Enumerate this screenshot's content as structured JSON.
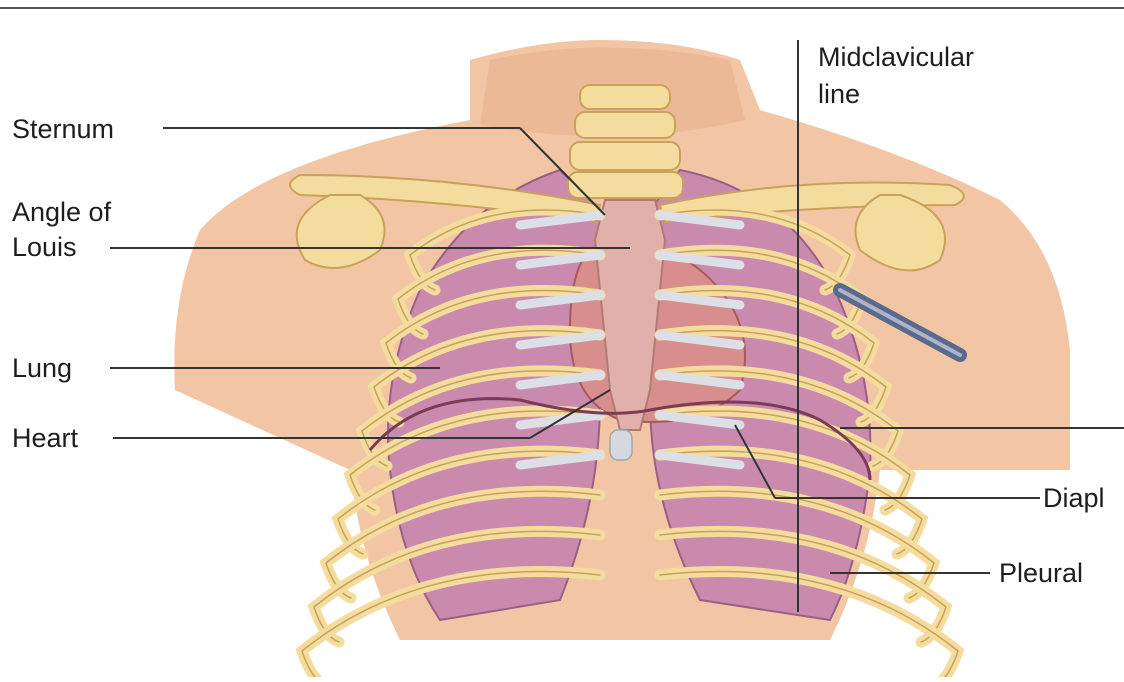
{
  "labels": {
    "sternum": "Sternum",
    "angle_line1": "Angle of",
    "angle_line2": "Louis",
    "lung": "Lung",
    "heart": "Heart",
    "midclavicular_line1": "Midclavicular",
    "midclavicular_line2": "line",
    "diaphragm": "Diapl",
    "pleural": "Pleural"
  },
  "colors": {
    "skin": "#f2c6a4",
    "skin_shade": "#e3a985",
    "bone": "#f3dc9e",
    "bone_outline": "#c9a25a",
    "lung": "#c98aae",
    "lung_light": "#dcaac4",
    "heart": "#d98e8e",
    "cartilage": "#dcdfe6",
    "leader": "#333333",
    "stethoscope": "#5b6a8a"
  }
}
